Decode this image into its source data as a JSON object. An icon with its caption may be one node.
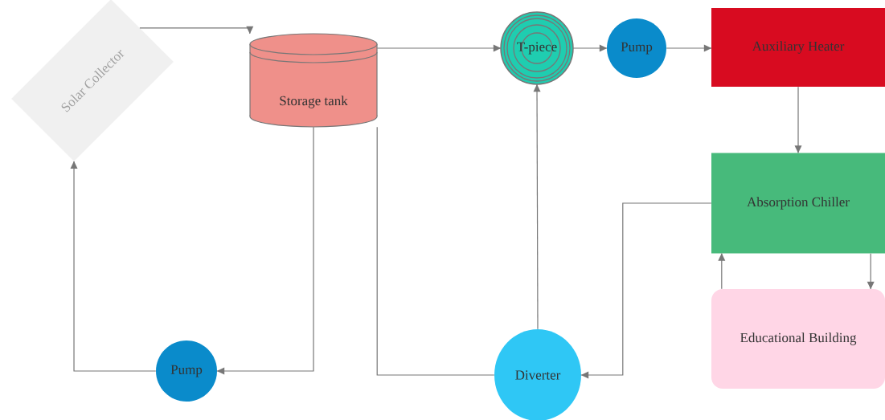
{
  "diagram": {
    "nodes": [
      {
        "text": [
          "Solar Collector"
        ]
      },
      {
        "text": [
          "Storage tank"
        ]
      },
      {
        "text": [
          "T-piece"
        ]
      },
      {
        "text": [
          "Pump"
        ]
      },
      {
        "text": [
          "Auxiliary Heater"
        ]
      },
      {
        "text": [
          "Absorption Chiller"
        ]
      },
      {
        "text": [
          "Educational Building"
        ]
      },
      {
        "text": [
          "Diverter"
        ]
      },
      {
        "text": [
          "Pump"
        ]
      }
    ],
    "edges": [
      {
        "from": 0,
        "to": 1,
        "arrow": "to"
      },
      {
        "from": 1,
        "to": 2,
        "arrow": "to"
      },
      {
        "from": 2,
        "to": 3,
        "arrow": "to"
      },
      {
        "from": 3,
        "to": 4,
        "arrow": "to"
      },
      {
        "from": 4,
        "to": 5,
        "arrow": "to"
      },
      {
        "from": 5,
        "to": 7,
        "arrow": "to"
      },
      {
        "from": 7,
        "to": 2,
        "arrow": "to"
      },
      {
        "from": 7,
        "to": 1,
        "arrow": "none"
      },
      {
        "from": 1,
        "to": 8,
        "arrow": "to"
      },
      {
        "from": 8,
        "to": 0,
        "arrow": "to"
      },
      {
        "from": 5,
        "to": 6,
        "arrow": "to"
      },
      {
        "from": 6,
        "to": 5,
        "arrow": "to"
      }
    ]
  }
}
